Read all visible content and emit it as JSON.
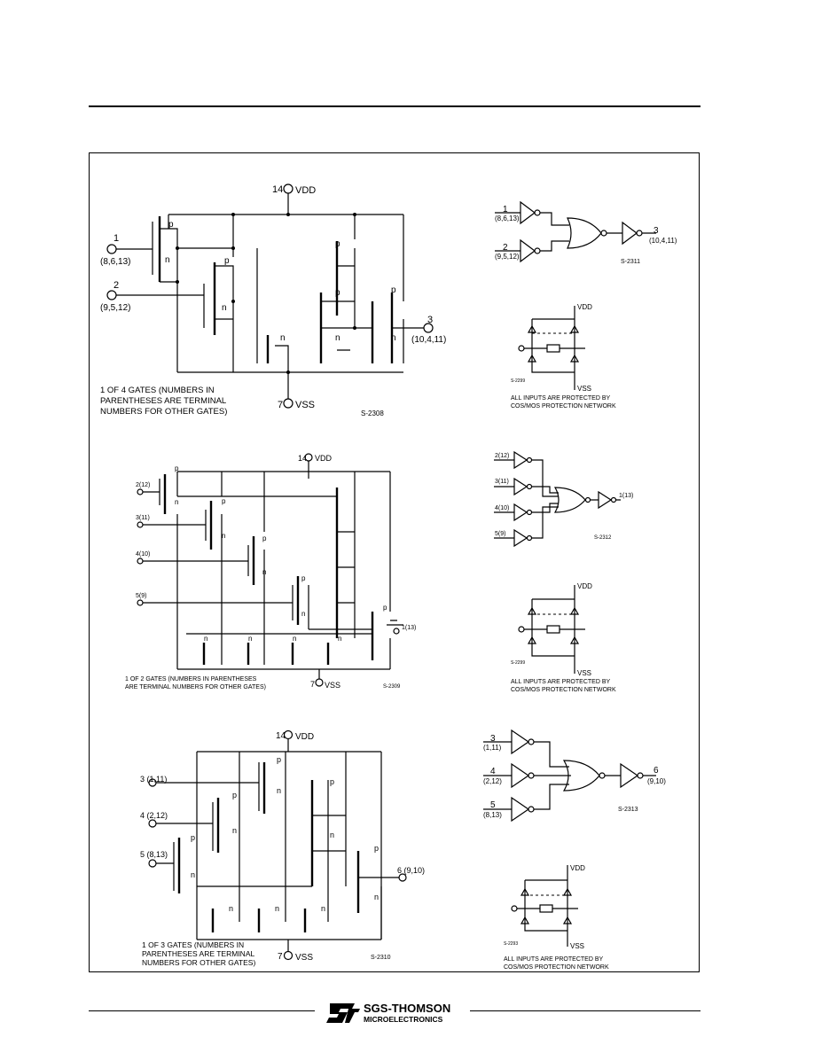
{
  "diagram1": {
    "vdd_pin": "14",
    "vdd": "VDD",
    "vss_pin": "7",
    "vss": "VSS",
    "in_a": "1",
    "in_a_alt": "(8,6,13)",
    "in_b": "2",
    "in_b_alt": "(9,5,12)",
    "out": "3",
    "out_alt": "(10,4,11)",
    "note": [
      "1 OF 4 GATES (NUMBERS IN",
      "PARENTHESES ARE TERMINAL",
      "NUMBERS FOR OTHER GATES)"
    ],
    "code": "S-2308",
    "logic": {
      "in_a": "1",
      "in_a_alt": "(8,6,13)",
      "in_b": "2",
      "in_b_alt": "(9,5,12)",
      "out": "3",
      "out_alt": "(10,4,11)",
      "code": "S-2311"
    },
    "protection": {
      "vdd": "VDD",
      "vss": "VSS",
      "code": "S-2299",
      "note": [
        "ALL INPUTS ARE PROTECTED BY",
        "COS/MOS PROTECTION NETWORK"
      ]
    }
  },
  "diagram2": {
    "vdd_pin": "14",
    "vdd": "VDD",
    "vss_pin": "7",
    "vss": "VSS",
    "inputs": [
      "2(12)",
      "3(11)",
      "4(10)",
      "5(9)"
    ],
    "out": "1(13)",
    "note": [
      "1 OF 2 GATES (NUMBERS IN PARENTHESES",
      "ARE TERMINAL NUMBERS FOR OTHER GATES)"
    ],
    "code": "S-2309",
    "logic": {
      "inputs": [
        "2(12)",
        "3(11)",
        "4(10)",
        "5(9)"
      ],
      "out": "1(13)",
      "code": "S-2312"
    },
    "protection": {
      "vdd": "VDD",
      "vss": "VSS",
      "code": "S-2299",
      "note": [
        "ALL INPUTS ARE PROTECTED BY",
        "COS/MOS PROTECTION NETWORK"
      ]
    }
  },
  "diagram3": {
    "vdd_pin": "14",
    "vdd": "VDD",
    "vss_pin": "7",
    "vss": "VSS",
    "inputs": [
      "3 (1,11)",
      "4 (2,12)",
      "5 (8,13)"
    ],
    "out": "6 (9,10)",
    "note": [
      "1 OF 3 GATES (NUMBERS IN",
      "PARENTHESES ARE TERMINAL",
      "NUMBERS FOR OTHER GATES)"
    ],
    "code": "S-2310",
    "logic": {
      "in_a": "3",
      "in_a_alt": "(1,11)",
      "in_b": "4",
      "in_b_alt": "(2,12)",
      "in_c": "5",
      "in_c_alt": "(8,13)",
      "out": "6",
      "out_alt": "(9,10)",
      "code": "S-2313"
    },
    "protection": {
      "vdd": "VDD",
      "vss": "VSS",
      "code": "S-2293",
      "note": [
        "ALL INPUTS ARE PROTECTED BY",
        "COS/MOS PROTECTION NETWORK"
      ]
    }
  },
  "logo": {
    "brand": "SGS-THOMSON",
    "subtitle": "MICROELECTRONICS"
  }
}
